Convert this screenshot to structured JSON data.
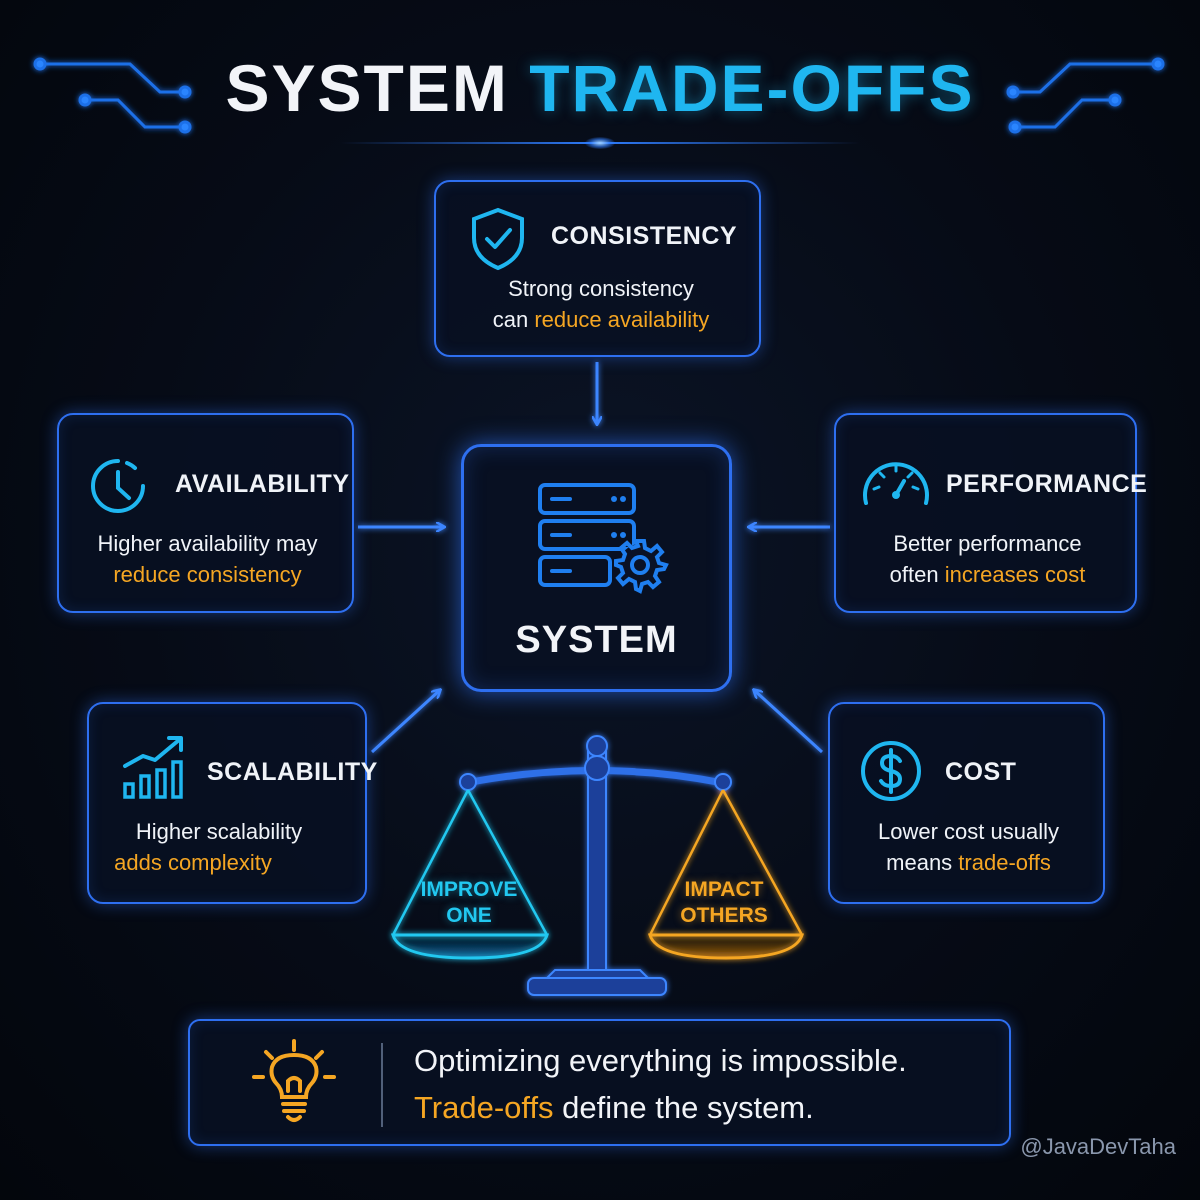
{
  "title": {
    "part1": "SYSTEM",
    "part2": "TRADE-OFFS"
  },
  "center": {
    "label": "SYSTEM",
    "icon": "server-gear-icon"
  },
  "cards": {
    "consistency": {
      "title": "CONSISTENCY",
      "line1": "Strong consistency",
      "line2_plain": "can ",
      "line2_highlight": "reduce availability",
      "icon": "shield-check-icon"
    },
    "availability": {
      "title": "AVAILABILITY",
      "line1": "Higher availability may",
      "line2_plain": "",
      "line2_highlight": "reduce consistency",
      "icon": "clock-icon"
    },
    "performance": {
      "title": "PERFORMANCE",
      "line1": "Better performance",
      "line2_plain": "often ",
      "line2_highlight": "increases cost",
      "icon": "speedometer-icon"
    },
    "scalability": {
      "title": "SCALABILITY",
      "line1": "Higher scalability",
      "line2_plain": "",
      "line2_highlight": "adds complexity",
      "icon": "growth-chart-icon"
    },
    "cost": {
      "title": "COST",
      "line1": "Lower cost usually",
      "line2_plain": "means ",
      "line2_highlight": "trade-offs",
      "icon": "dollar-icon"
    }
  },
  "scale": {
    "left_line1": "IMPROVE",
    "left_line2": "ONE",
    "right_line1": "IMPACT",
    "right_line2": "OTHERS",
    "icon": "balance-scale-icon"
  },
  "note": {
    "line1": "Optimizing everything is impossible.",
    "line2_highlight": "Trade-offs",
    "line2_rest": " define the system.",
    "icon": "lightbulb-icon"
  },
  "watermark": "@JavaDevTaha",
  "colors": {
    "accent_blue": "#2e6ff0",
    "cyan": "#1fb6f0",
    "orange": "#f5a623",
    "background": "#060b16"
  }
}
